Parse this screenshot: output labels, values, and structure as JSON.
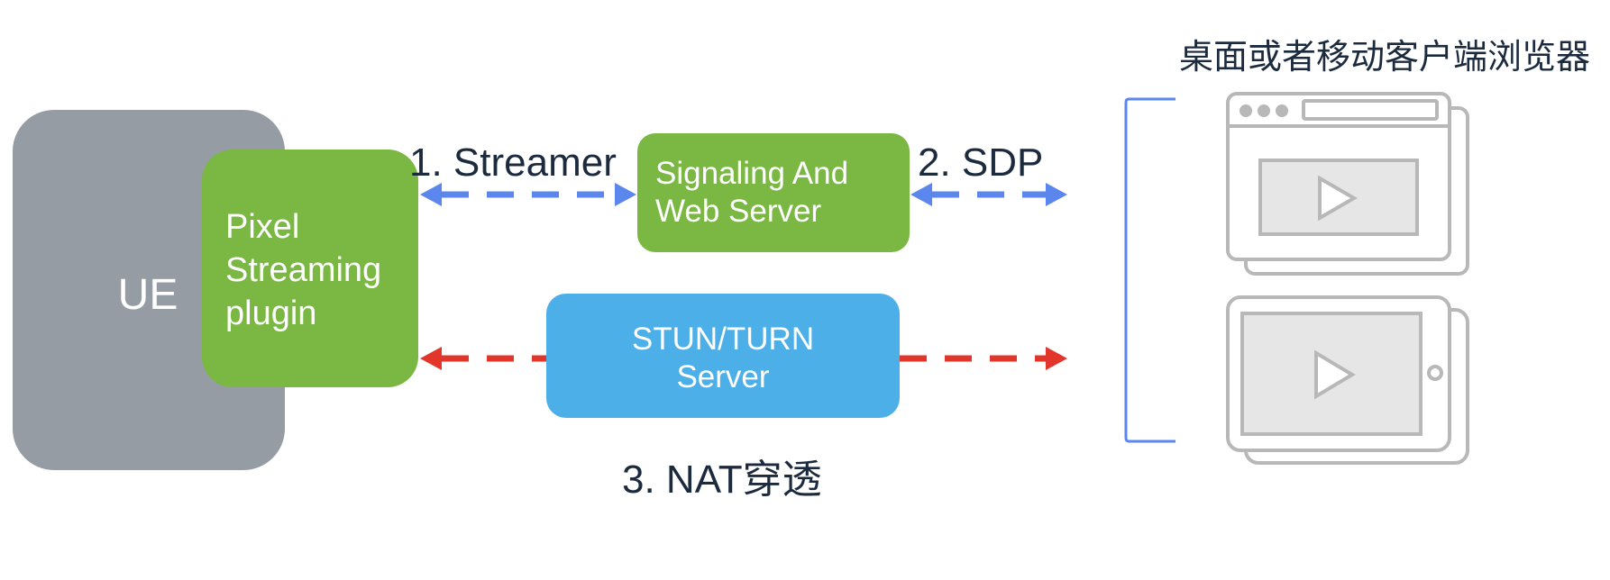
{
  "ue": {
    "label": "UE"
  },
  "plugin": {
    "lines": [
      "Pixel",
      "Streaming",
      "plugin"
    ]
  },
  "signaling": {
    "lines": [
      "Signaling And",
      "Web Server"
    ]
  },
  "stun": {
    "lines": [
      "STUN/TURN",
      "Server"
    ]
  },
  "labels": {
    "streamer": "1. Streamer",
    "sdp": "2. SDP",
    "nat": "3. NAT穿透"
  },
  "clients": {
    "title": "桌面或者移动客户端浏览器"
  },
  "colors": {
    "ue_gray": "#969ca3",
    "green": "#7ab843",
    "blue_box": "#4dafe8",
    "blue_arrow": "#5b86ee",
    "red_arrow": "#e2362b",
    "bracket": "#5b86ee",
    "device_gray": "#b8b8b8"
  },
  "icons": [
    "play-icon",
    "play-icon",
    "browser-dots-icon",
    "tablet-button-icon"
  ]
}
